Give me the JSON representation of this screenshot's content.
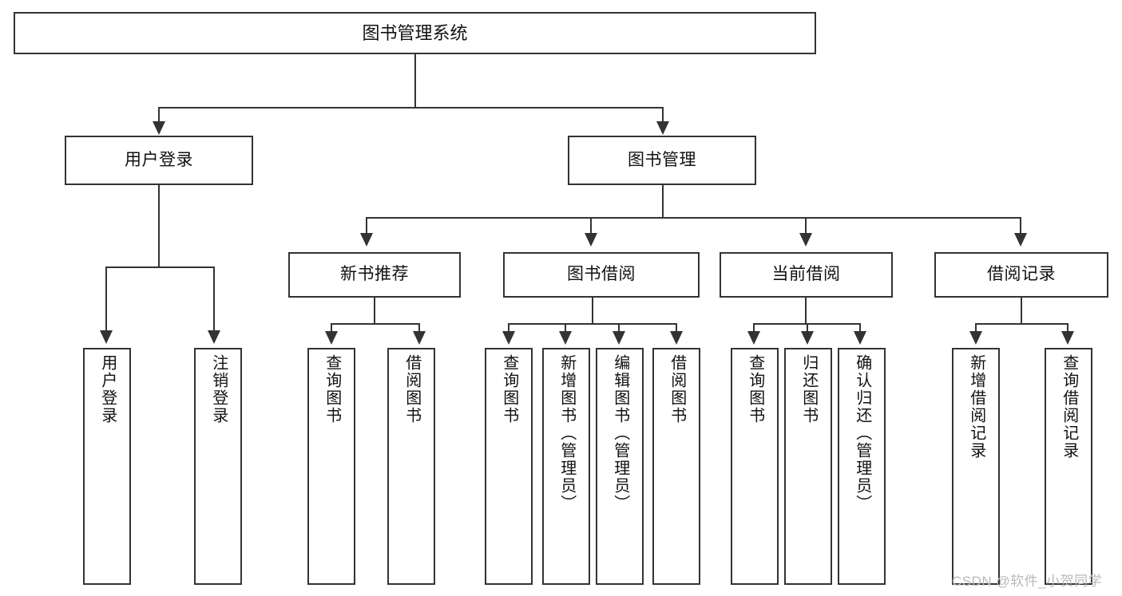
{
  "diagram": {
    "type": "tree-hierarchy",
    "title": "图书管理系统",
    "root": {
      "label": "图书管理系统"
    },
    "level2": [
      {
        "label": "用户登录"
      },
      {
        "label": "图书管理"
      }
    ],
    "level3": [
      {
        "label": "新书推荐"
      },
      {
        "label": "图书借阅"
      },
      {
        "label": "当前借阅"
      },
      {
        "label": "借阅记录"
      }
    ],
    "leaves": {
      "user_login": [
        {
          "label": "用户登录"
        },
        {
          "label": "注销登录"
        }
      ],
      "new_book_recommend": [
        {
          "label": "查询图书"
        },
        {
          "label": "借阅图书"
        }
      ],
      "book_borrow": [
        {
          "label": "查询图书"
        },
        {
          "label": "新增图书（管理员）"
        },
        {
          "label": "编辑图书（管理员）"
        },
        {
          "label": "借阅图书"
        }
      ],
      "current_borrow": [
        {
          "label": "查询图书"
        },
        {
          "label": "归还图书"
        },
        {
          "label": "确认归还（管理员）"
        }
      ],
      "borrow_record": [
        {
          "label": "新增借阅记录"
        },
        {
          "label": "查询借阅记录"
        }
      ]
    },
    "colors": {
      "stroke": "#333333",
      "fill": "#ffffff",
      "text": "#111111",
      "watermark": "#b9b9b9"
    }
  },
  "watermark": {
    "text": "CSDN @软件_小贺同学"
  }
}
